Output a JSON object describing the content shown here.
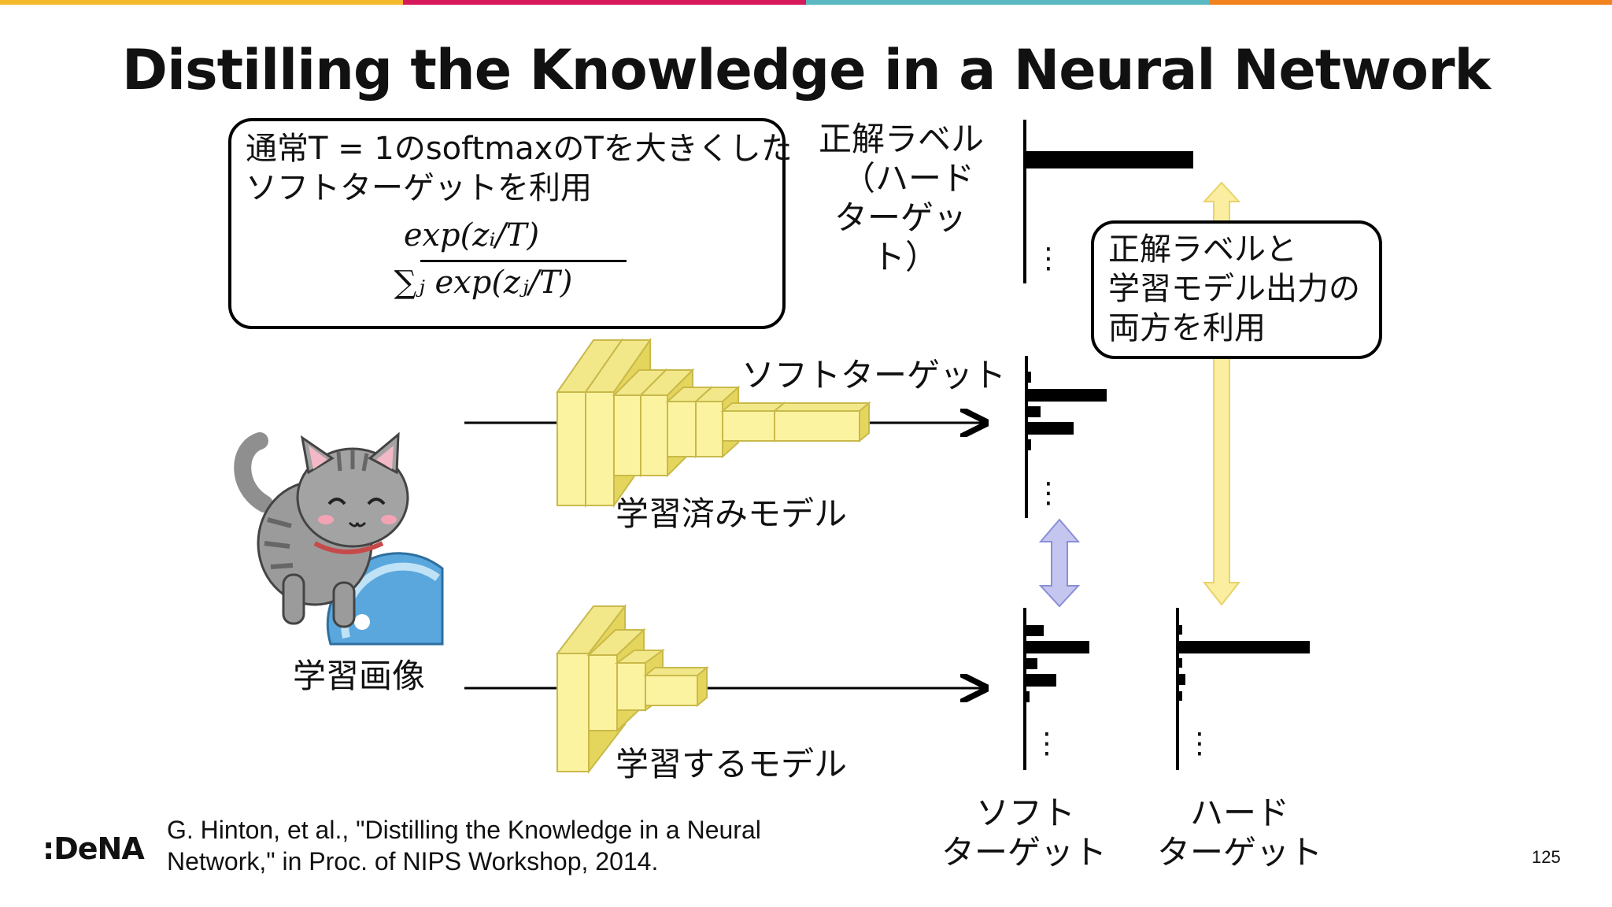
{
  "title": "Distilling the Knowledge in a Neural Network",
  "softmax_box": {
    "line1": "通常T = 1のsoftmaxのTを大きくした",
    "line2": "ソフトターゲットを利用",
    "formula_numerator": "exp(zᵢ/T)",
    "formula_denominator": "∑ⱼ exp(zⱼ/T)"
  },
  "true_label": {
    "line1": "正解ラベル",
    "line2": "（ハード",
    "line3": "ターゲッ",
    "line4": "ト）"
  },
  "both_box": {
    "line1": "正解ラベルと",
    "line2": "学習モデル出力の",
    "line3": "両方を利用"
  },
  "labels": {
    "soft_target_top": "ソフトターゲット",
    "trained_model": "学習済みモデル",
    "training_image": "学習画像",
    "learning_model": "学習するモデル",
    "soft_bottom_1": "ソフト",
    "soft_bottom_2": "ターゲット",
    "hard_bottom_1": "ハード",
    "hard_bottom_2": "ターゲット"
  },
  "ellipsis": "⋮",
  "citation": {
    "line1": "G. Hinton, et al., \"Distilling the Knowledge in a Neural",
    "line2": "Network,\" in Proc. of NIPS Workshop, 2014."
  },
  "logo": ":DeNA",
  "page_number": "125",
  "colors": {
    "bar1": "#f4b92b",
    "bar2": "#d6195a",
    "bar3": "#5ab9c0",
    "bar4": "#f2821e",
    "layer_fill": "#fbf3a0",
    "layer_side": "#e4d65c",
    "arrow_yellow": "#fbeea0",
    "arrow_blue": "#c4c6f0"
  }
}
